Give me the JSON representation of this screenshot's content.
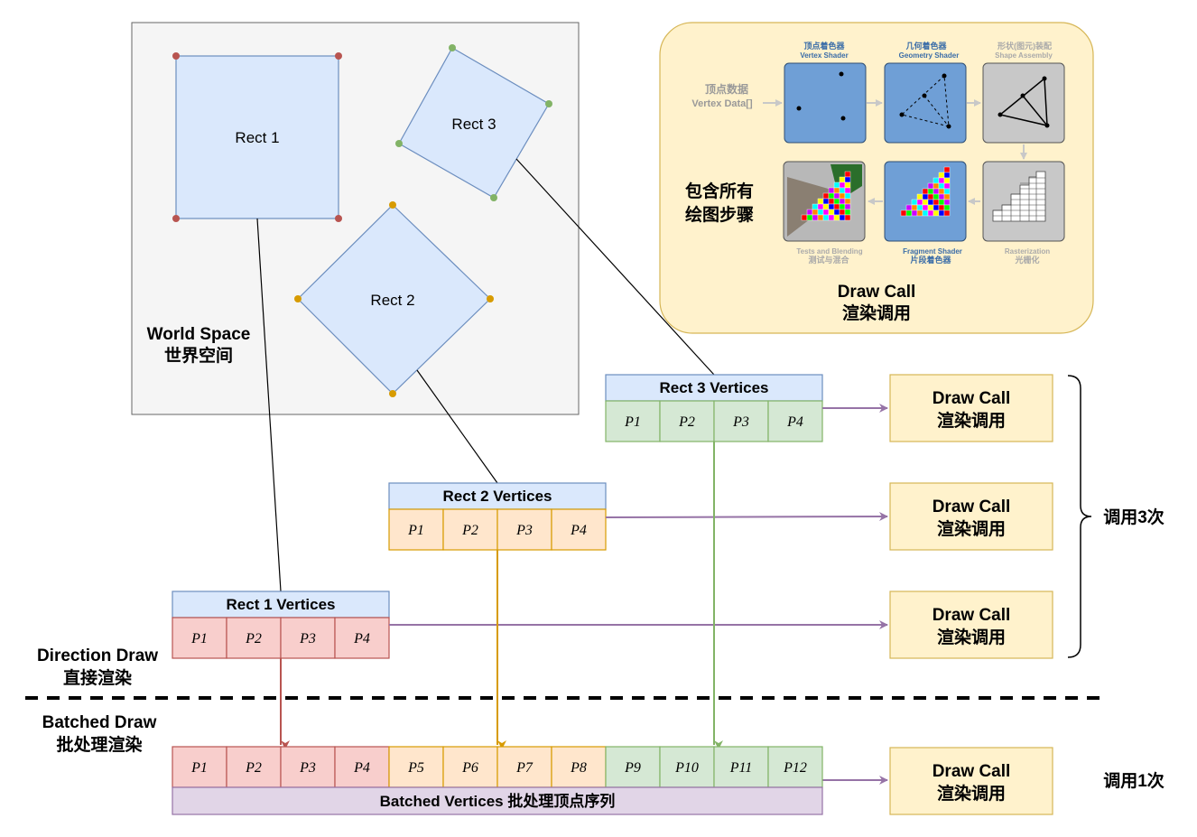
{
  "world_space": {
    "title": "World Space",
    "subtitle": "世界空间"
  },
  "rects": [
    {
      "label": "Rect 1",
      "corner_color": "#b85450"
    },
    {
      "label": "Rect 2",
      "corner_color": "#d79b00"
    },
    {
      "label": "Rect 3",
      "corner_color": "#82b366"
    }
  ],
  "pipeline": {
    "vertex_data": {
      "cn": "顶点数据",
      "en": "Vertex Data[]"
    },
    "stages": [
      {
        "cn": "顶点着色器",
        "en": "Vertex Shader"
      },
      {
        "cn": "几何着色器",
        "en": "Geometry Shader"
      },
      {
        "cn": "形状(图元)装配",
        "en": "Shape Assembly"
      },
      {
        "cn": "光栅化",
        "en": "Rasterization"
      },
      {
        "cn": "片段着色器",
        "en": "Fragment Shader"
      },
      {
        "cn": "测试与混合",
        "en": "Tests and Blending"
      }
    ],
    "note_line1": "包含所有",
    "note_line2": "绘图步骤",
    "title": "Draw Call",
    "subtitle": "渲染调用"
  },
  "vertex_groups": [
    {
      "title": "Rect 1 Vertices",
      "points": [
        "P1",
        "P2",
        "P3",
        "P4"
      ]
    },
    {
      "title": "Rect 2 Vertices",
      "points": [
        "P1",
        "P2",
        "P3",
        "P4"
      ]
    },
    {
      "title": "Rect 3 Vertices",
      "points": [
        "P1",
        "P2",
        "P3",
        "P4"
      ]
    }
  ],
  "draw_call": {
    "title": "Draw Call",
    "subtitle": "渲染调用"
  },
  "direct_draw": {
    "title": "Direction Draw",
    "subtitle": "直接渲染",
    "count_label": "调用3次"
  },
  "batched_draw": {
    "title": "Batched Draw",
    "subtitle": "批处理渲染",
    "points": [
      "P1",
      "P2",
      "P3",
      "P4",
      "P5",
      "P6",
      "P7",
      "P8",
      "P9",
      "P10",
      "P11",
      "P12"
    ],
    "footer": "Batched Vertices 批处理顶点序列",
    "count_label": "调用1次"
  },
  "colors": {
    "red_fill": "#f8cecc",
    "red_stroke": "#b85450",
    "orange_fill": "#ffe6cc",
    "orange_stroke": "#d79b00",
    "green_fill": "#d5e8d4",
    "green_stroke": "#82b366",
    "blue_fill": "#dae8fc",
    "blue_stroke": "#6c8ebf",
    "purple_fill": "#e1d5e7",
    "purple_stroke": "#9673a6",
    "yellow_fill": "#fff2cc",
    "yellow_stroke": "#d6b656"
  }
}
